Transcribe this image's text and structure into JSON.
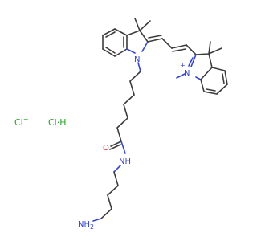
{
  "molecule": {
    "atoms": {
      "n1": "N",
      "n2": "N",
      "n2_charge": "+",
      "nh": "NH",
      "o": "O",
      "nh2": "NH",
      "nh2_sub": "2"
    },
    "counterions": {
      "chloride": "Cl",
      "chloride_charge": "−",
      "hcl": "Cl·H"
    }
  },
  "colors": {
    "bond": "#3c3c3c",
    "nitrogen": "#3346cc",
    "oxygen": "#e03030",
    "chlorine": "#28a428"
  }
}
